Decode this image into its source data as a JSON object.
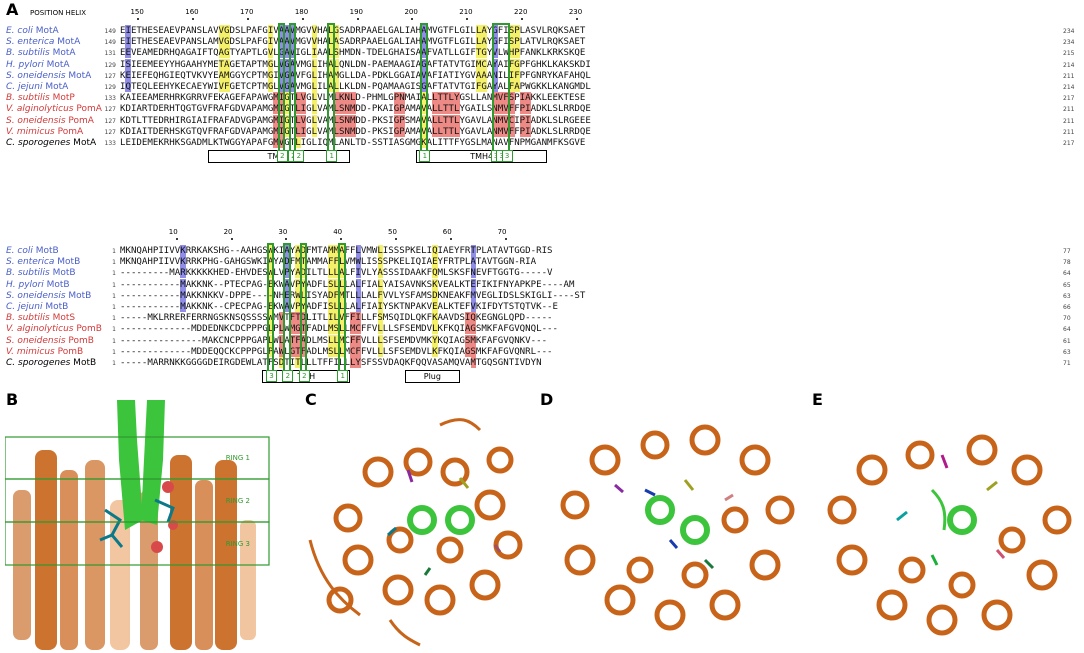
{
  "panels": {
    "a": "A",
    "b": "B",
    "c": "C",
    "d": "D",
    "e": "E"
  },
  "top": {
    "position_label": "POSITION HELIX",
    "ticks": [
      "150",
      "160",
      "170",
      "180",
      "190",
      "200",
      "210",
      "220",
      "230"
    ],
    "rows": [
      {
        "pre": "E. coli",
        "post": " MotA",
        "color": "blue",
        "start": "149",
        "end": "234",
        "seq": "EIETHESEAEVPANSLAVVGDSLPAFGIVAAVMGVVHALGSADRPAAELGALIAHAMVGTFLGILLAYGFISPLASVLRQKSAET"
      },
      {
        "pre": "S. enterica",
        "post": " MotA",
        "color": "blue",
        "start": "149",
        "end": "234",
        "seq": "EIETHESEAEVPANSLAMVGDSLPAFGIVAAVMGVVHALASADRPAAELGALIAHAMVGTFLGILLAYGFISPLATVLRQKSAET"
      },
      {
        "pre": "B. subtilis",
        "post": " MotA",
        "color": "blue",
        "start": "131",
        "end": "215",
        "seq": "EEVEAMEDRHQAGAIFTQAGTYAPTLGVLGAVIGLIAALSHMDN-TDELGHAISAAFVATLLGIFTGYVLWHPFANKLKRKSKQE"
      },
      {
        "pre": "H. pylori",
        "post": " MotA",
        "color": "blue",
        "start": "129",
        "end": "214",
        "seq": "ISIEEMEEYYHGAAHYMETAGETAPTMGLVGAVMGLIHALQNLDN-PAEMAAGIAGAFTATVTGIMCAYAIFGPFGHKLKAKSKDI"
      },
      {
        "pre": "S. oneidensis",
        "post": " MotA",
        "color": "blue",
        "start": "127",
        "end": "211",
        "seq": "KEIEFEQHGIEQTVKVYEAMGGYCPTMGIVGAVFGLIHAMGLLDA-PDKLGGAIAVAFIATIYGVAAANILIFPFGNRYKAFAHQL"
      },
      {
        "pre": "C. jejuni",
        "post": " MotA",
        "color": "blue",
        "start": "129",
        "end": "214",
        "seq": "IQTEQLEEHYKECAEYWIVFGETCPTMGLVGAVMGLILALLKLDN-PQAMAAGISGAFTATVTGIFGAYALFAPWGKKLKANGMDL"
      },
      {
        "pre": "B. subtilis",
        "post": " MotP",
        "color": "red",
        "start": "133",
        "end": "217",
        "seq": "KAIEEAMERHRKGRRVFEKAGEFAPAWGMIGTLVGLVLMLKNLD-PHMLGPNMAIALLTTLYGSLLANMVFSPIAKKLEEKTESE"
      },
      {
        "pre": "V. alginolyticus",
        "post": " PomA",
        "color": "red",
        "start": "127",
        "end": "211",
        "seq": "KDIARTDERHTQGTGVFRAFGDVAPAMGMIGTLIGLVAMLSNMDD-PKAIGPAMAVALLTTLYGAILSNMVFFPIADKLSLRRDQE"
      },
      {
        "pre": "S. oneidensis",
        "post": " PomA",
        "color": "red",
        "start": "127",
        "end": "211",
        "seq": "KDTLTTEDRHIRGIAIFRAFADVGPAMGMIGTLVGLVAMLSNMDD-PKSIGPSMAVALLTTLYGAVLANMVCIPIADKLSLRGEEE"
      },
      {
        "pre": "V. mimicus",
        "post": " PomA",
        "color": "red",
        "start": "127",
        "end": "211",
        "seq": "KDIAITDERHSKGTQVFRAFGDVAPAMGMIGTLIGLVAMLSNMDD-PKSIGPAMAVALLTTLYGAVLANMVFFPIADKLSLRRDQE"
      },
      {
        "pre": "C. sporogenes",
        "post": " MotA",
        "color": "black",
        "start": "133",
        "end": "217",
        "seq": "LEIDEMEKRHKSGADMLKTWGGYAPAFGMVGTLIGLIQMLANLTD-SSTIASGMGKALITTFYGSLMANAVFNPMGANMFKSGVE"
      }
    ],
    "tm_labels": [
      "TMH3",
      "TMH4"
    ],
    "green_numbers": [
      "2",
      "2",
      "2",
      "1",
      "1",
      "3",
      "3",
      "3"
    ]
  },
  "bottom": {
    "ticks": [
      "10",
      "20",
      "30",
      "40",
      "50",
      "60",
      "70"
    ],
    "rows": [
      {
        "pre": "E. coli",
        "post": " MotB",
        "color": "blue",
        "start": "1",
        "end": "77",
        "seq": "MKNQAHPIIVVKRRKAKSHG--AAHGSWKIAYADFMTAMMAFFLVMWLISSSPKELIQIAEYFRTPLATAVTGGD-RIS"
      },
      {
        "pre": "S. enterica",
        "post": " MotB",
        "color": "blue",
        "start": "1",
        "end": "78",
        "seq": "MKNQAHPIIVVKRRKPHG-GAHGSWKIAYADFMTAMMAFFLVMWLISSSPKELIQIAEYFRTPLATAVTGGN-RIA"
      },
      {
        "pre": "B. subtilis",
        "post": " MotB",
        "color": "blue",
        "start": "1",
        "end": "64",
        "seq": "---------MARKKKKKHED-EHVDESWLVPYADILTLLLALFIVLYASSSIDAAKFQMLSKSFNEVFTGGTG-----V"
      },
      {
        "pre": "H. pylori",
        "post": " MotB",
        "color": "blue",
        "start": "1",
        "end": "65",
        "seq": "-----------MAKKNK--PTECPAG-EKWAVPYADFLSLLLALFIALYAISAVNKSKVEALKTEFIKIFNYAPKPE----AM"
      },
      {
        "pre": "S. oneidensis",
        "post": " MotB",
        "color": "blue",
        "start": "1",
        "end": "63",
        "seq": "-----------MAKKNKKV-DPPE----NHERWLISYADFMTLLLALFVVLYSFAMSDKNEAKFMVEGLIDSLSKIGLI----ST"
      },
      {
        "pre": "C. jejuni",
        "post": " MotB",
        "color": "blue",
        "start": "1",
        "end": "66",
        "seq": "-----------MAKKNK--CPECPAG-EKWAVPYADFISLLLALFIAIYSKTNPAKVEALKTEFVKIFDYTSTQTVK--E"
      },
      {
        "pre": "B. subtilis",
        "post": " MotS",
        "color": "red",
        "start": "1",
        "end": "70",
        "seq": "-----MKLRRERFERRNGSKNSQSSSSWMVTFTDLITLILVFFILLFSMSQIDLQKFKAAVDSIQKEGNGLQPD-----"
      },
      {
        "pre": "V. alginolyticus",
        "post": " PomB",
        "color": "red",
        "start": "1",
        "end": "64",
        "seq": "-------------MDDEDNKCDCPPPGLPLWMGTFADLMSLLMCFFVLLLSFSEMDVLKFKQIAGSMKFAFGVQNQL---"
      },
      {
        "pre": "S. oneidensis",
        "post": " PomB",
        "color": "red",
        "start": "1",
        "end": "61",
        "seq": "---------------MAKCNCPPPGAPLWLATFADLMSLLMCFFVLLLSFSEMDVMKYKQIAGSMKFAFGVQNKV---"
      },
      {
        "pre": "V. mimicus",
        "post": " PomB",
        "color": "red",
        "start": "1",
        "end": "63",
        "seq": "-------------MDDEQQCKCPPPGLPAWLGTFADLMSLLMCFFVLLLSFSEMDVLKFKQIAGSMKFAFGVQNRL---"
      },
      {
        "pre": "C. sporogenes",
        "post": " MotB",
        "color": "black",
        "start": "1",
        "end": "71",
        "seq": "-----MARRNKKGGGGDEIRGDEWLATFSDTITLLLTFFILLLYSFSSVDAQKFQQVASAMQVAMTGQSGNTIVDYN"
      }
    ],
    "tm_labels": [
      "TMH",
      "Plug"
    ],
    "green_numbers": [
      "3",
      "2",
      "2",
      "1"
    ]
  },
  "panel_b": {
    "rings": [
      "RING 1",
      "RING 2",
      "RING 3"
    ]
  },
  "colors": {
    "yellow": "#f5f06a",
    "blue": "#8f8de6",
    "red": "#ee8a86",
    "green_box": "#2f9a2f",
    "helix_orange": "#c8641a",
    "helix_green": "#3cc43c"
  }
}
